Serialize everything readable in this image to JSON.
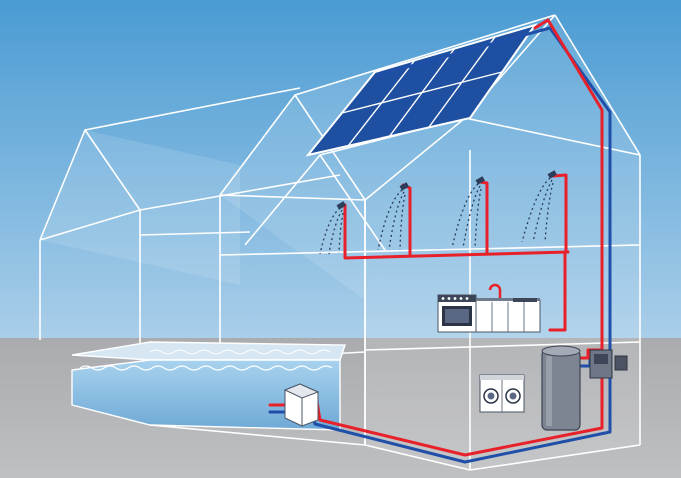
{
  "scene": {
    "type": "solar-thermal-house-illustration",
    "text_labels": [],
    "colors": {
      "sky_top": "#4a9bd3",
      "sky_bottom": "#a9cee9",
      "ground": "#b5b6b8",
      "outline": "#ffffff",
      "hot_pipe": "#e8202a",
      "cold_pipe": "#1f4fa8",
      "solar_panel": "#1e4fa0",
      "pool_water": "#8fc3e6",
      "spray": "#2b3d5a"
    },
    "components": [
      "solar-collector-panel",
      "flow-pipe-hot",
      "return-pipe-cold",
      "shower-heads",
      "kitchen-unit",
      "washing-machines",
      "hot-water-storage-tank",
      "pump-controller",
      "pool-heat-exchanger",
      "swimming-pool"
    ]
  }
}
